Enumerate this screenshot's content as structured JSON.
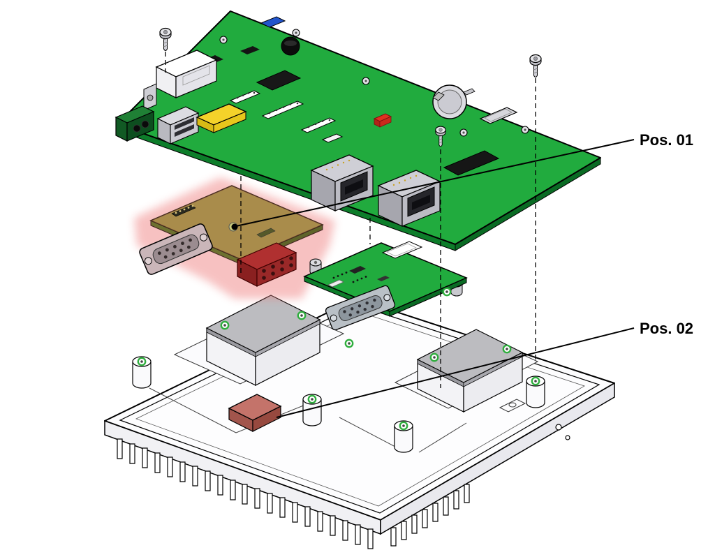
{
  "figure": {
    "type": "exploded-assembly-technical-diagram",
    "background": "#ffffff",
    "labels": {
      "pos01": "Pos. 01",
      "pos02": "Pos. 02"
    },
    "callouts": [
      {
        "label": "Pos. 01",
        "points_to": "serial-adapter-board"
      },
      {
        "label": "Pos. 02",
        "points_to": "thermal-pad-small"
      }
    ],
    "colors": {
      "pcb-green": "#21ab3e",
      "pcb-green-dark": "#0d7d2a",
      "pcb-edge-dark": "#0a6b24",
      "highlight-pink": "#ee7878",
      "adapter-olive": "#979b45",
      "adapter-olive-dark": "#6d7130",
      "red-connector": "#b03030",
      "red-connector-dark": "#8a2020",
      "thermal-pad-gray": "#bcbcc0",
      "thermal-pad-gray-dark": "#9a9aa0",
      "thermal-pad-red": "#c4736a",
      "thermal-pad-red-dark": "#a2554c",
      "yellow-part": "#f4d22a",
      "blue-part": "#2255cc",
      "red-led": "#e03020",
      "hole-green": "#2fae3e",
      "outline": "#000000"
    }
  }
}
